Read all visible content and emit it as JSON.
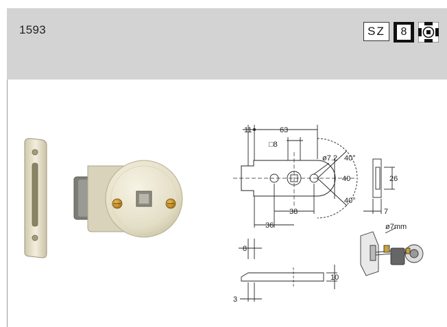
{
  "header": {
    "code": "1593",
    "badges": {
      "sz": "SZ",
      "number": "8",
      "knob_icon": "square-knob-icon"
    }
  },
  "drawing": {
    "dimensions": {
      "d11": "11",
      "d63": "63",
      "sq8": "□8",
      "dia72": "ø7.2",
      "a40top": "40°",
      "d40": "40",
      "a40bottom": "40°",
      "d26": "26",
      "d38": "38",
      "d36": "36",
      "d7": "7",
      "dia7mm": "ø7mm",
      "d8": "8",
      "d10": "10",
      "d3": "3"
    }
  },
  "colors": {
    "header_bg": "#d3d3d3",
    "metal": "#e6e1c8",
    "brass": "#c8902a"
  }
}
